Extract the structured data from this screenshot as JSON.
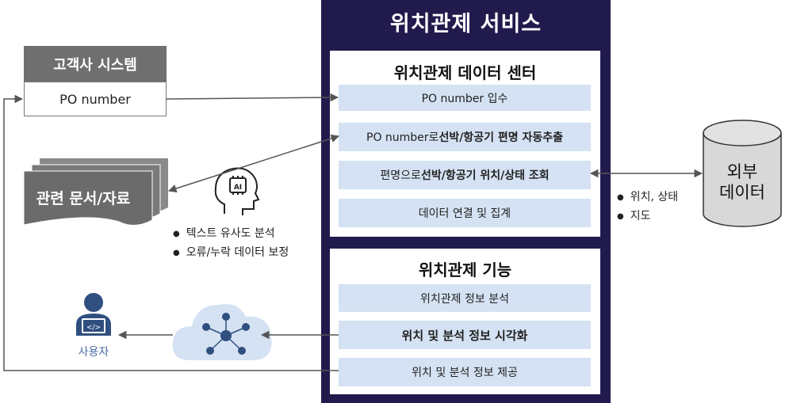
{
  "service": {
    "title": "위치관제 서비스",
    "data_center": {
      "title": "위치관제 데이터 센터",
      "items": {
        "po_input": "PO number 입수",
        "extract_pre": "PO number로 ",
        "extract_bold": "선박/항공기 편명 자동추출",
        "inquiry_pre": "편명으로 ",
        "inquiry_bold": "선박/항공기 위치/상태 조회",
        "link": "데이터 연결 및 집계"
      }
    },
    "functions": {
      "title": "위치관제 기능",
      "items": {
        "analysis": "위치관제 정보 분석",
        "visualize": "위치 및 분석 정보 시각화",
        "provide": "위치 및 분석 정보 제공"
      }
    }
  },
  "client": {
    "title": "고객사 시스템",
    "field": "PO number"
  },
  "docs": {
    "label": "관련 문서/자료",
    "bullets": [
      "텍스트 유사도 분석",
      "오류/누락 데이터 보정"
    ]
  },
  "external": {
    "line1": "외부",
    "line2": "데이터",
    "bullets": [
      "위치, 상태",
      "지도"
    ]
  },
  "user": {
    "label": "사용자"
  },
  "colors": {
    "panel": "#211a4d",
    "item": "#d4e2f3",
    "header_gray": "#6f6f6f",
    "user_blue": "#2f4f7f",
    "cloud": "#d4e2f3"
  },
  "icons": {
    "ai": "ai-head-icon",
    "network": "network-cloud-icon",
    "user": "developer-user-icon",
    "db": "database-cylinder-icon"
  }
}
